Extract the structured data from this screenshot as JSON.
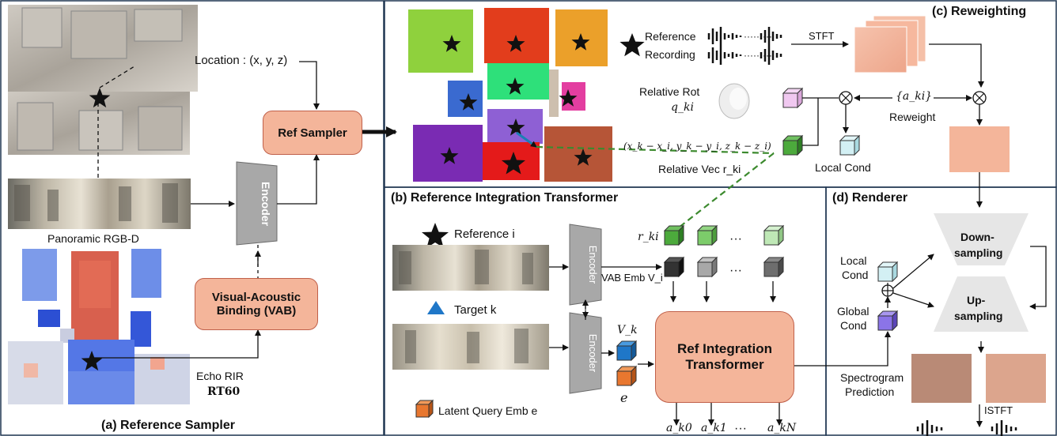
{
  "panels": {
    "a_title": "(a) Reference Sampler",
    "b_title": "(b) Reference Integration Transformer",
    "c_title": "(c) Reweighting",
    "d_title": "(d) Renderer"
  },
  "panel_a": {
    "location_label": "Location : (x, y, z)",
    "panoramic_label": "Panoramic RGB-D",
    "encoder_label": "Encoder",
    "ref_sampler_label": "Ref Sampler",
    "vab_label_line1": "Visual-Acoustic",
    "vab_label_line2": "Binding (VAB)",
    "echo_line1": "Echo RIR",
    "echo_line2": "RT60"
  },
  "panel_b": {
    "reference_label": "Reference i",
    "target_label": "Target k",
    "encoder_label": "Encoder",
    "vab_emb_label": "VAB Emb V_i",
    "r_ki": "r_ki",
    "v_k": "V_k",
    "e": "e",
    "ellipsis": "···",
    "transformer_line1": "Ref Integration",
    "transformer_line2": "Transformer",
    "latent_query": "Latent Query Emb e",
    "outputs": [
      "a_k0",
      "a_k1",
      "···",
      "a_kN"
    ]
  },
  "panel_c": {
    "reference": "Reference",
    "recording": "Recording",
    "stft": "STFT",
    "relative_rot": "Relative Rot",
    "q_ki": "q_ki",
    "a_ki": "{a_ki}",
    "reweight": "Reweight",
    "rel_vec_formula": "(x_k − x_i, y_k − y_i, z_k − z_i)",
    "relative_vec": "Relative Vec r_ki",
    "local_cond": "Local Cond"
  },
  "panel_d": {
    "down_line1": "Down-",
    "down_line2": "sampling",
    "up_line1": "Up-",
    "up_line2": "sampling",
    "local_cond_line1": "Local",
    "local_cond_line2": "Cond",
    "global_cond_line1": "Global",
    "global_cond_line2": "Cond",
    "spectrogram_line1": "Spectrogram",
    "spectrogram_line2": "Prediction",
    "istft": "ISTFT"
  },
  "colors": {
    "box_fill": "#f4b59a",
    "box_border": "#c0604a",
    "encoder_fill": "#a8a8a8",
    "green_dash": "#3c8a2e"
  }
}
